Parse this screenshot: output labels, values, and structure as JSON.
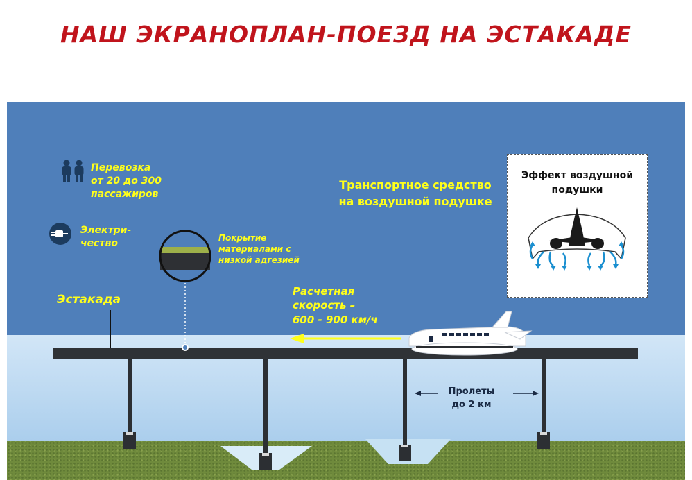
{
  "title": "НАШ ЭКРАНОПЛАН-ПОЕЗД НА ЭСТАКАДЕ",
  "labels": {
    "passengers": [
      "Перевозка",
      "от 20 до 300",
      "пассажиров"
    ],
    "electricity": [
      "Электри-",
      "чество"
    ],
    "coating": [
      "Покрытие",
      "материалами с",
      "низкой адгезией"
    ],
    "overpass": "Эстакада",
    "speed": [
      "Расчетная",
      "скорость –",
      "600 - 900 км/ч"
    ],
    "vehicle": [
      "Транспортное средство",
      "на воздушной подушке"
    ],
    "effect": [
      "Эффект воздушной",
      "подушки"
    ],
    "spans": [
      "Пролеты",
      "до 2 км"
    ]
  },
  "colors": {
    "title": "#c0141c",
    "sky": "#4f7fba",
    "label": "#ffff1a",
    "deck": "#2f3236",
    "ground": "#6f8a3c"
  },
  "icons": [
    "people-icon",
    "plug-icon",
    "arrow-left-icon",
    "air-cushion-icon"
  ]
}
